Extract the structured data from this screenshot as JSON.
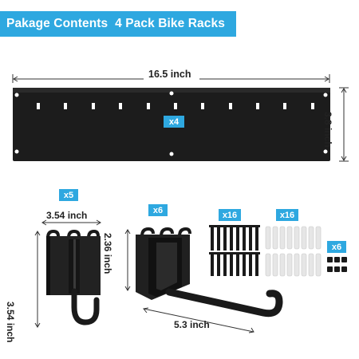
{
  "title": "Pakage Contents  4 Pack Bike Racks",
  "rail": {
    "width_label": "16.5 inch",
    "height_label": "3.8 inch",
    "qty_label": "x4"
  },
  "hook_small": {
    "qty_label": "x5",
    "width_label": "3.54 inch",
    "height_label": "3.54 inch"
  },
  "hook_large": {
    "qty_label": "x6",
    "height_label": "2.36 inch",
    "length_label": "5.3 inch"
  },
  "hardware": {
    "screws_qty_label": "x16",
    "anchors_qty_label": "x16",
    "nuts_qty_label": "x6"
  },
  "colors": {
    "accent": "#2ea8e0",
    "metal": "#1a1a1a",
    "anchor": "#e8e8e8"
  }
}
